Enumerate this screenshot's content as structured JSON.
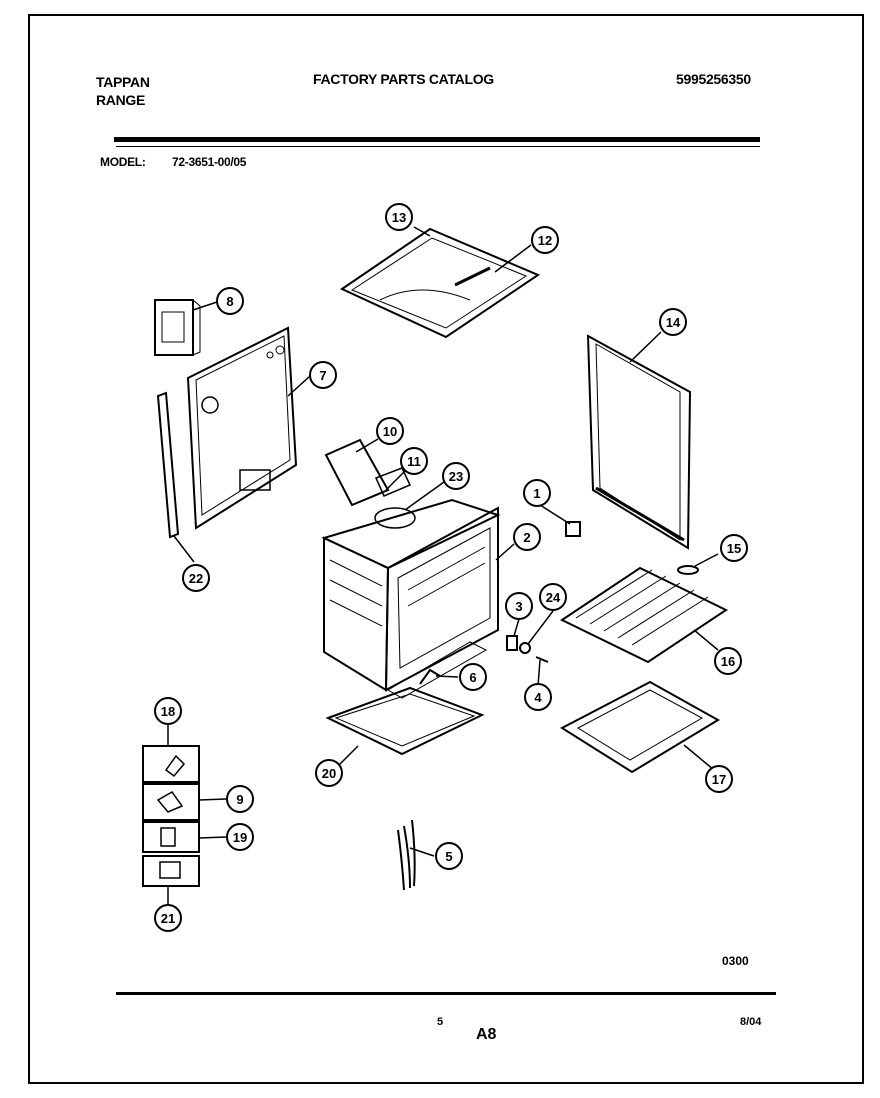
{
  "header": {
    "brand": "TAPPAN",
    "product": "RANGE",
    "catalog_title": "FACTORY PARTS CATALOG",
    "catalog_number": "5995256350",
    "model_label": "MODEL:",
    "model_value": "72-3651-00/05"
  },
  "callouts": [
    "1",
    "2",
    "3",
    "4",
    "5",
    "6",
    "7",
    "8",
    "9",
    "10",
    "11",
    "12",
    "13",
    "14",
    "15",
    "16",
    "17",
    "18",
    "19",
    "20",
    "21",
    "22",
    "23",
    "24"
  ],
  "footer": {
    "code": "0300",
    "page_number": "5",
    "section": "A8",
    "date": "8/04"
  }
}
